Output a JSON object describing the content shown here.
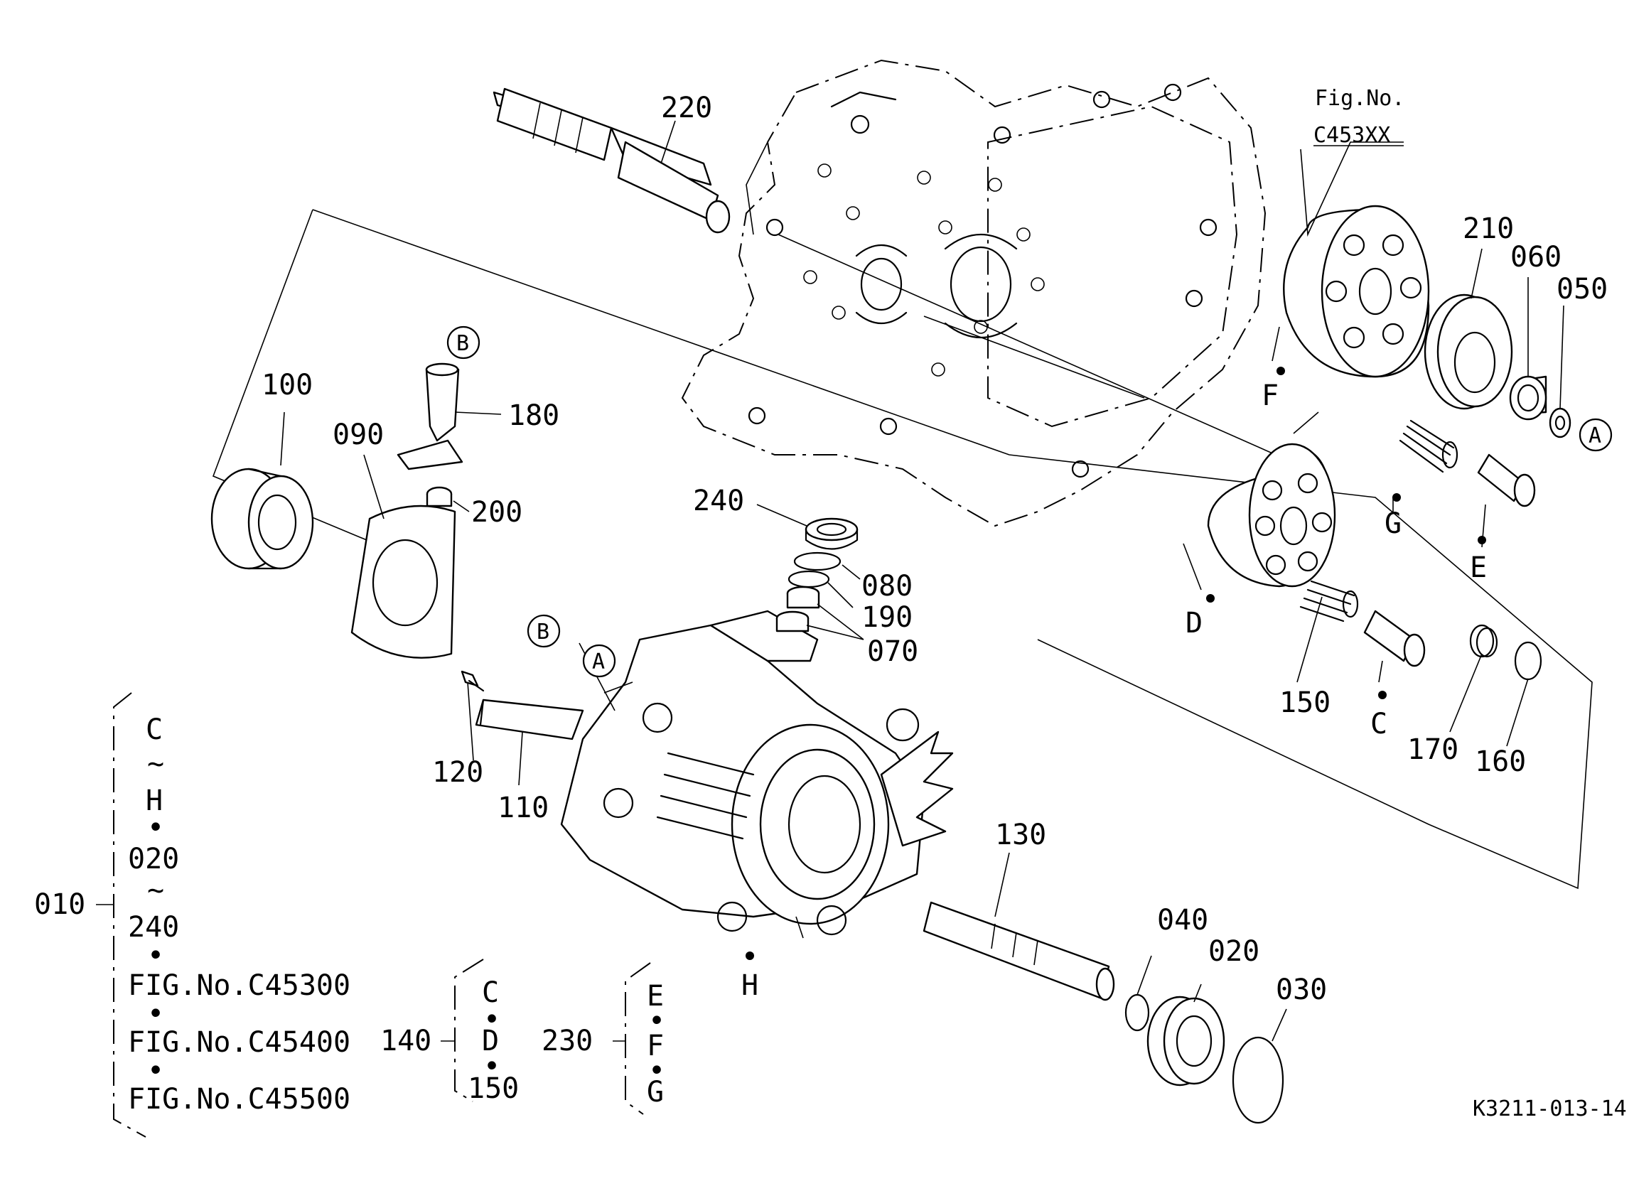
{
  "diagram_id": "K3211-013-14",
  "reference_figure": {
    "line1": "Fig.No.",
    "line2": "C453XX"
  },
  "part_labels": {
    "p220": "220",
    "p210": "210",
    "p060": "060",
    "p050": "050",
    "p100": "100",
    "p090": "090",
    "p180": "180",
    "p200": "200",
    "p240": "240",
    "p080": "080",
    "p190": "190",
    "p070": "070",
    "p150": "150",
    "p170": "170",
    "p160": "160",
    "p120": "120",
    "p110": "110",
    "p130": "130",
    "p040": "040",
    "p020": "020",
    "p030": "030"
  },
  "letter_labels": {
    "A_right": "A",
    "A_housing": "A",
    "B_lever": "B",
    "B_housing": "B",
    "F": "F",
    "G": "G",
    "E": "E",
    "D": "D",
    "C": "C",
    "H": "H"
  },
  "assembly_010": {
    "number": "010",
    "lines": [
      "C",
      "~",
      "H",
      "•",
      "020",
      "~",
      "240",
      "•",
      "FIG.No.C45300",
      "•",
      "FIG.No.C45400",
      "•",
      "FIG.No.C45500"
    ]
  },
  "assembly_140": {
    "number": "140",
    "lines": [
      "C",
      "•",
      "D",
      "•",
      "150"
    ]
  },
  "assembly_230": {
    "number": "230",
    "lines": [
      "E",
      "•",
      "F",
      "•",
      "G"
    ]
  }
}
